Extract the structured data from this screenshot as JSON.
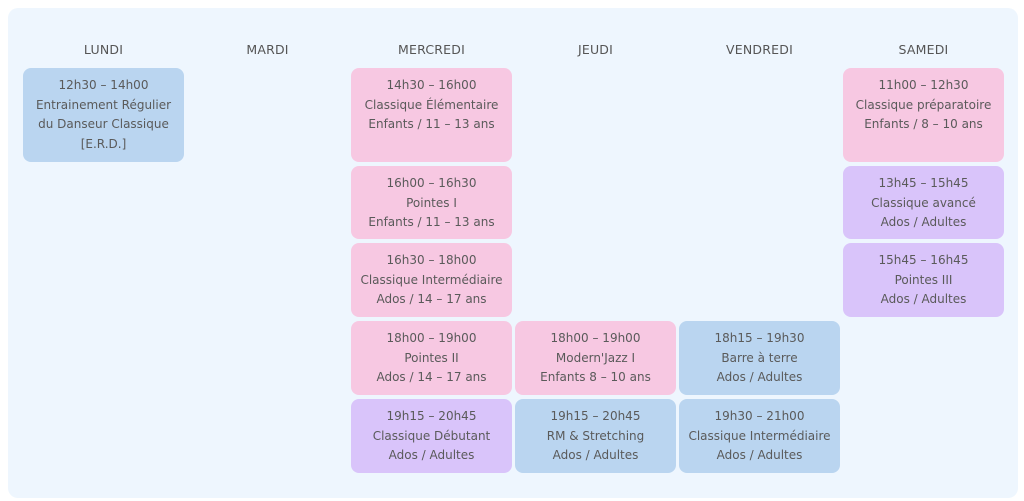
{
  "days": [
    "LUNDI",
    "MARDI",
    "MERCREDI",
    "JEUDI",
    "VENDREDI",
    "SAMEDI"
  ],
  "colors": {
    "blue": "#bad5f0",
    "pink": "#f7c8e2",
    "purple": "#d9c4fa",
    "background": "#eef6fe"
  },
  "classes": {
    "lundi_1": {
      "time": "12h30 – 14h00",
      "name": "Entrainement Régulier",
      "name2": "du Danseur Classique",
      "group": "[E.R.D.]"
    },
    "mercredi_1": {
      "time": "14h30 – 16h00",
      "name": "Classique Élémentaire",
      "group": "Enfants / 11 – 13 ans"
    },
    "mercredi_2": {
      "time": "16h00 – 16h30",
      "name": "Pointes I",
      "group": "Enfants / 11 – 13 ans"
    },
    "mercredi_3": {
      "time": "16h30 – 18h00",
      "name": "Classique Intermédiaire",
      "group": "Ados / 14 – 17 ans"
    },
    "mercredi_4": {
      "time": "18h00 – 19h00",
      "name": "Pointes II",
      "group": "Ados / 14 – 17 ans"
    },
    "mercredi_5": {
      "time": "19h15 – 20h45",
      "name": "Classique Débutant",
      "group": "Ados / Adultes"
    },
    "jeudi_1": {
      "time": "18h00 – 19h00",
      "name": "Modern'Jazz I",
      "group": "Enfants 8 – 10 ans"
    },
    "jeudi_2": {
      "time": "19h15 – 20h45",
      "name": "RM & Stretching",
      "group": "Ados / Adultes"
    },
    "vendredi_1": {
      "time": "18h15 – 19h30",
      "name": "Barre à terre",
      "group": "Ados / Adultes"
    },
    "vendredi_2": {
      "time": "19h30 – 21h00",
      "name": "Classique Intermédiaire",
      "group": "Ados / Adultes"
    },
    "samedi_1": {
      "time": "11h00 – 12h30",
      "name": "Classique préparatoire",
      "group": "Enfants / 8 – 10 ans"
    },
    "samedi_2": {
      "time": "13h45 – 15h45",
      "name": "Classique avancé",
      "group": "Ados / Adultes"
    },
    "samedi_3": {
      "time": "15h45 – 16h45",
      "name": "Pointes III",
      "group": "Ados / Adultes"
    }
  }
}
